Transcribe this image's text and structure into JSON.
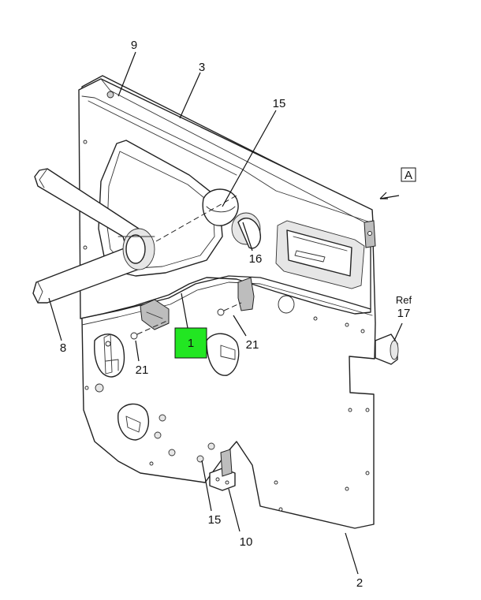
{
  "callouts": {
    "c9": "9",
    "c3": "3",
    "c15_top": "15",
    "cA": "A",
    "c16": "16",
    "c_ref": "Ref",
    "c17": "17",
    "c8": "8",
    "c1": "1",
    "c21_left": "21",
    "c21_right": "21",
    "c15_bottom": "15",
    "c10": "10",
    "c2": "2"
  },
  "colors": {
    "highlight": "#22e622",
    "line": "#222222",
    "background": "#ffffff"
  }
}
